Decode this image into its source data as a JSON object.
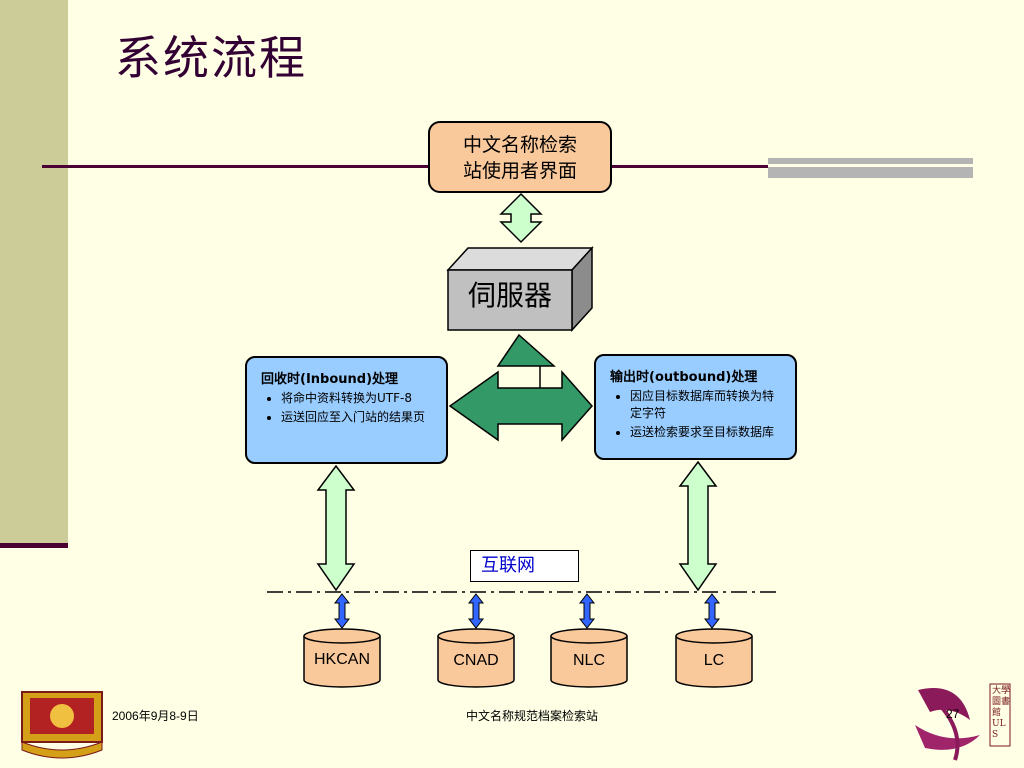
{
  "slide": {
    "title": "系统流程",
    "colors": {
      "background": "#ffffe6",
      "accent": "#4a0033",
      "ui_box": "#f9c89b",
      "panel": "#99ccff",
      "arrow_fill": "#ccffcc",
      "hub_arrow": "#339966",
      "server": "#c0c0c0",
      "database": "#f9c89b",
      "connector": "#3366ff"
    }
  },
  "diagram": {
    "ui_box": {
      "line1": "中文名称检索",
      "line2": "站使用者界面"
    },
    "server": "伺服器",
    "inbound": {
      "title": "回收时(Inbound)处理",
      "items": [
        "将命中资料转换为UTF-8",
        "运送回应至入门站的结果页"
      ]
    },
    "outbound": {
      "title": "输出时(outbound)处理",
      "items": [
        "因应目标数据库而转换为特定字符",
        "运送检索要求至目标数据库"
      ]
    },
    "internet": "互联网",
    "databases": [
      "HKCAN",
      "CNAD",
      "NLC",
      "LC"
    ]
  },
  "footer": {
    "date": "2006年9月8-9日",
    "center": "中文名称规范档案检索站",
    "page": "27"
  },
  "icons": {
    "left_logo": "university-crest-icon",
    "right_logo": "library-logo-icon",
    "right_logo_text": "大學圖書館 ULS"
  }
}
